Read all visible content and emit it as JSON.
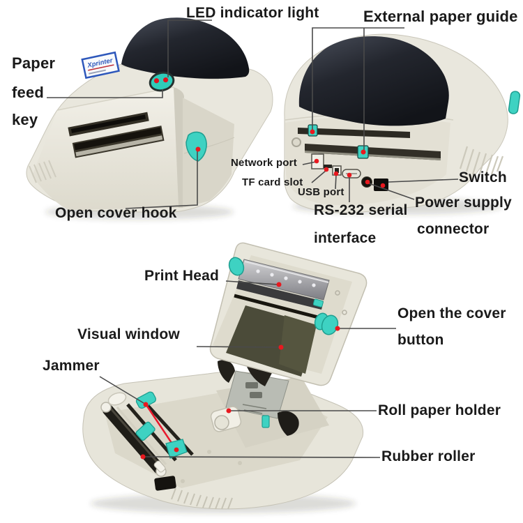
{
  "brand": {
    "logo_text": "Xprinter"
  },
  "callouts": {
    "led_indicator": "LED indicator light",
    "external_paper_guide": "External paper guide",
    "paper_feed_key": [
      "Paper",
      "feed",
      "key"
    ],
    "network_port": "Network port",
    "tf_card_slot": "TF card slot",
    "usb_port": "USB port",
    "rs232_serial": [
      "RS-232 serial",
      "interface"
    ],
    "switch": "Switch",
    "power_supply": [
      "Power supply",
      "connector"
    ],
    "open_cover_hook": "Open cover hook",
    "print_head": "Print Head",
    "open_cover_button": [
      "Open the cover",
      "button"
    ],
    "visual_window": "Visual window",
    "jammer": "Jammer",
    "roll_paper_holder": "Roll paper holder",
    "rubber_roller": "Rubber roller"
  },
  "colors": {
    "accent_teal": "#3ed2c2",
    "callout_dot_red": "#e8191f",
    "label_text": "#1a1a1a",
    "printer_body": "#eae8de",
    "lid_dark": "#1d2026"
  }
}
